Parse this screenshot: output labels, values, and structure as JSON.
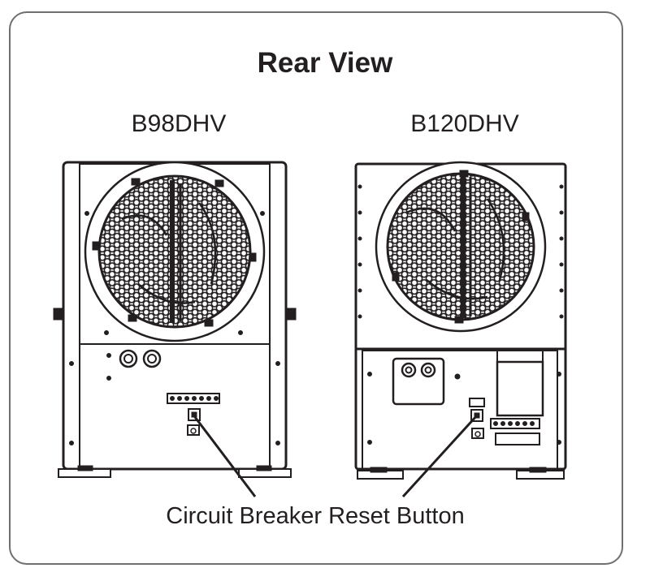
{
  "title": "Rear View",
  "models": [
    {
      "name": "B98DHV"
    },
    {
      "name": "B120DHV"
    }
  ],
  "callout": "Circuit Breaker Reset Button",
  "colors": {
    "line": "#231f20",
    "frame_border": "#6f6f6f",
    "background": "#ffffff"
  }
}
